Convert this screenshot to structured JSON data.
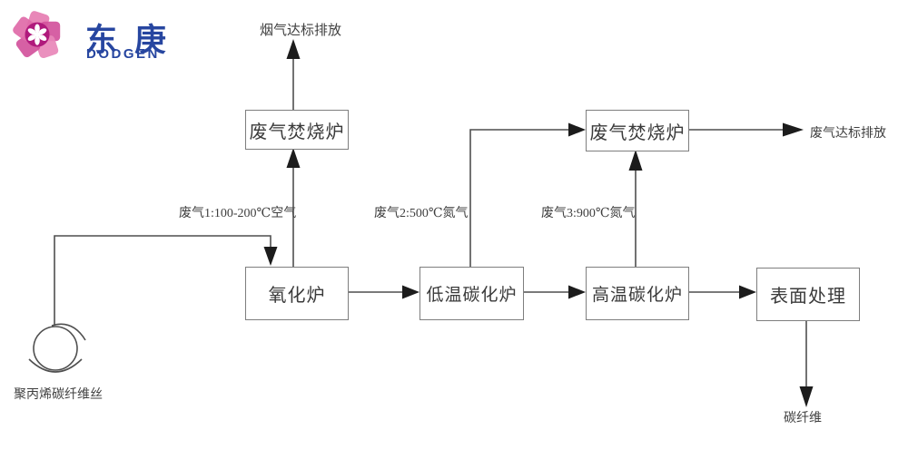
{
  "logo": {
    "cn_first": "东",
    "cn_second": "庚",
    "latin": "DODGEN",
    "text_color": "#2746a0",
    "flower_outer": "#e887b8",
    "flower_mid": "#d2539c",
    "flower_core": "#b01a7c"
  },
  "diagram": {
    "type": "process-flowchart",
    "line_color": "#4f4f4f",
    "boxes": {
      "incinerator1": "废气焚烧炉",
      "oxidation": "氧化炉",
      "low_temp": "低温碳化炉",
      "high_temp": "高温碳化炉",
      "surface": "表面处理",
      "incinerator2": "废气焚烧炉"
    },
    "labels": {
      "flue_gas_out": "烟气达标排放",
      "waste_gas_1": "废气1:100-200℃空气",
      "waste_gas_2": "废气2:500℃氮气",
      "waste_gas_3": "废气3:900℃氮气",
      "waste_gas_out": "废气达标排放",
      "raw_material": "聚丙烯碳纤维丝",
      "product": "碳纤维"
    }
  }
}
